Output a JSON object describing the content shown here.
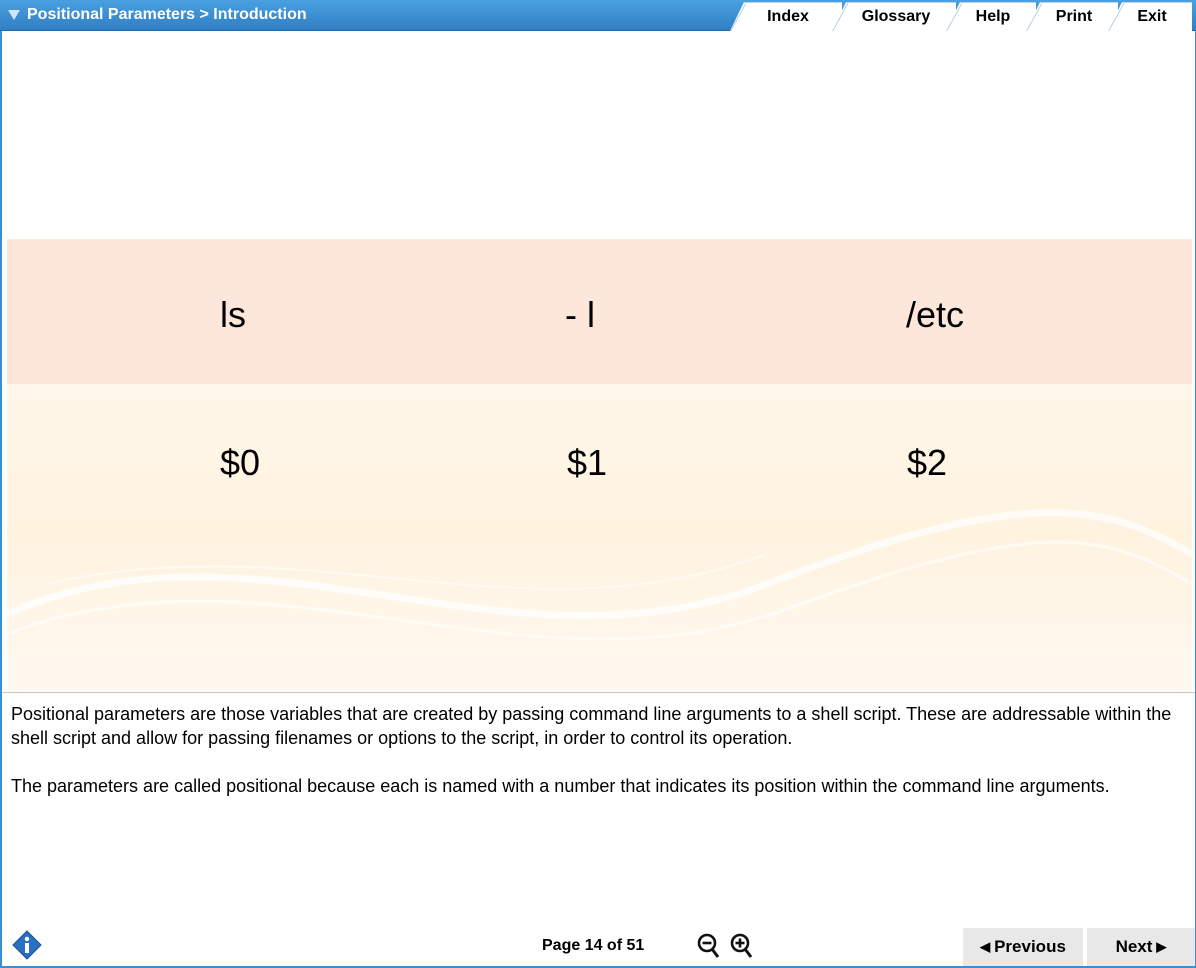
{
  "header": {
    "breadcrumb": "Positional Parameters > Introduction",
    "tabs": [
      "Index",
      "Glossary",
      "Help",
      "Print",
      "Exit"
    ]
  },
  "slide": {
    "row1": [
      "ls",
      "- l",
      "/etc"
    ],
    "row2": [
      "$0",
      "$1",
      "$2"
    ]
  },
  "body_text": [
    "Positional parameters are those variables that are created by passing command line arguments to a shell script. These are addressable within the shell script and allow for passing filenames or options to the script, in order to control its operation.",
    "The parameters are called positional because each is named with a number that indicates its position within the command line arguments."
  ],
  "footer": {
    "page_label": "Page 14 of 51",
    "prev_label": "Previous",
    "next_label": "Next",
    "info_icon": "info-icon",
    "zoom_out_icon": "zoom-out-icon",
    "zoom_in_icon": "zoom-in-icon"
  },
  "colors": {
    "title_bar": "#3a8fd0",
    "row1_band": "#fde6da",
    "row2_band": "#fff3e0",
    "nav_button": "#e8e8e8"
  }
}
